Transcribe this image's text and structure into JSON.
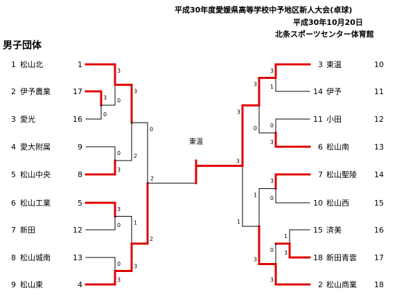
{
  "header": {
    "line1": "平成30年度愛媛県高等学校中予地区新人大会(卓球)",
    "line2": "平成30年10月20日",
    "line3": "北条スポーツセンター体育館"
  },
  "event_title": "男子団体",
  "winner_label": "東温",
  "colors": {
    "win": "#e00000",
    "line": "#000000"
  },
  "left_teams": [
    {
      "no": "1",
      "name": "松山北",
      "seed": "1"
    },
    {
      "no": "2",
      "name": "伊予農業",
      "seed": "17"
    },
    {
      "no": "3",
      "name": "愛光",
      "seed": "16"
    },
    {
      "no": "4",
      "name": "愛大附属",
      "seed": "9"
    },
    {
      "no": "5",
      "name": "松山中央",
      "seed": "8"
    },
    {
      "no": "6",
      "name": "松山工業",
      "seed": "5"
    },
    {
      "no": "7",
      "name": "新田",
      "seed": "12"
    },
    {
      "no": "8",
      "name": "松山城南",
      "seed": "13"
    },
    {
      "no": "9",
      "name": "松山東",
      "seed": "4"
    }
  ],
  "right_teams": [
    {
      "no": "3",
      "name": "東温",
      "seed": "10"
    },
    {
      "no": "14",
      "name": "伊予",
      "seed": "11"
    },
    {
      "no": "11",
      "name": "小田",
      "seed": "12"
    },
    {
      "no": "6",
      "name": "松山南",
      "seed": "13"
    },
    {
      "no": "7",
      "name": "松山聖陵",
      "seed": "14"
    },
    {
      "no": "10",
      "name": "松山西",
      "seed": "15"
    },
    {
      "no": "15",
      "name": "済美",
      "seed": "16"
    },
    {
      "no": "18",
      "name": "新田青雲",
      "seed": "17"
    },
    {
      "no": "2",
      "name": "松山商業",
      "seed": "18"
    }
  ],
  "scores": {
    "l_r0": [
      "3",
      "0"
    ],
    "l_r1_top": [
      "3",
      "0"
    ],
    "l_r1_b": [
      "0",
      "3"
    ],
    "l_r1_c": [
      "3",
      "0"
    ],
    "l_r1_d": [
      "0",
      "3"
    ],
    "l_r2_top": [
      "3",
      "2"
    ],
    "l_r2_bot": [
      "1",
      "3"
    ],
    "l_r3": [
      "0",
      "2"
    ],
    "final": [
      "2",
      "3"
    ],
    "r_r1_a": [
      "3",
      "1"
    ],
    "r_r1_b": [
      "0",
      "3"
    ],
    "r_r1_c": [
      "3",
      "0"
    ],
    "r_r0": [
      "1",
      "3"
    ],
    "r_r1_d": [
      "0",
      "3"
    ],
    "r_r2_top": [
      "3",
      "0"
    ],
    "r_r2_bot": [
      "1",
      "3"
    ],
    "r_r3": [
      "3",
      "1"
    ]
  }
}
